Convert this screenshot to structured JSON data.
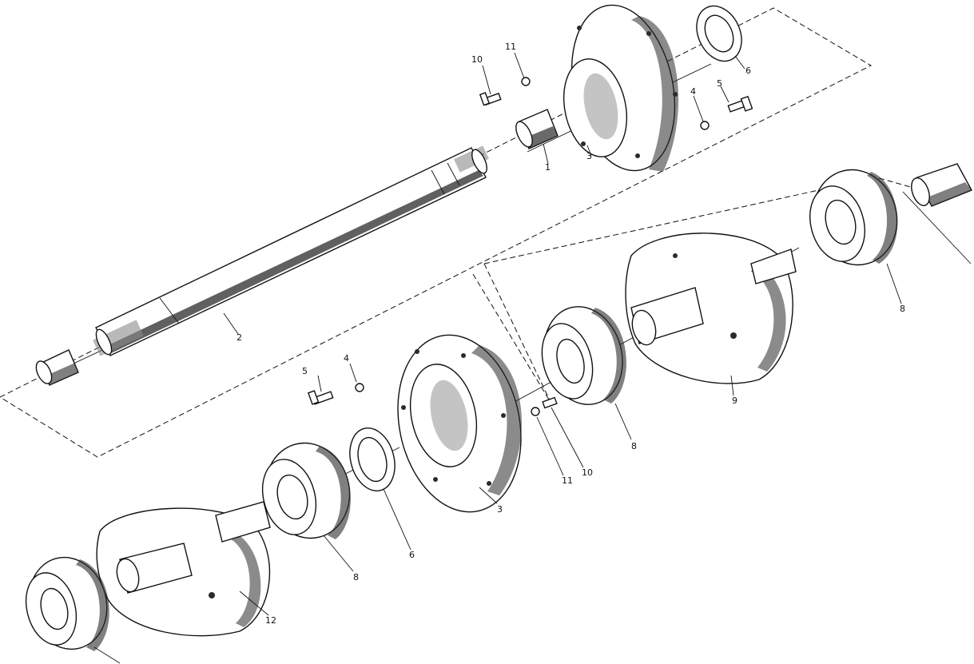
{
  "diagram": {
    "callouts": [
      {
        "id": "c-top-10",
        "text": "10"
      },
      {
        "id": "c-top-11",
        "text": "11"
      },
      {
        "id": "c-top-6",
        "text": "6"
      },
      {
        "id": "c-top-4",
        "text": "4"
      },
      {
        "id": "c-top-5",
        "text": "5"
      },
      {
        "id": "c-top-3",
        "text": "3"
      },
      {
        "id": "c-top-1",
        "text": "1"
      },
      {
        "id": "c-shaft-2",
        "text": "2"
      },
      {
        "id": "c-right-8",
        "text": "8"
      },
      {
        "id": "c-right-9",
        "text": "9"
      },
      {
        "id": "c-mid-8",
        "text": "8"
      },
      {
        "id": "c-mid-10",
        "text": "10"
      },
      {
        "id": "c-mid-11",
        "text": "11"
      },
      {
        "id": "c-mid-3",
        "text": "3"
      },
      {
        "id": "c-mid-5",
        "text": "5"
      },
      {
        "id": "c-mid-4",
        "text": "4"
      },
      {
        "id": "c-mid-6",
        "text": "6"
      },
      {
        "id": "c-low-8",
        "text": "8"
      },
      {
        "id": "c-low-12",
        "text": "12"
      }
    ]
  }
}
